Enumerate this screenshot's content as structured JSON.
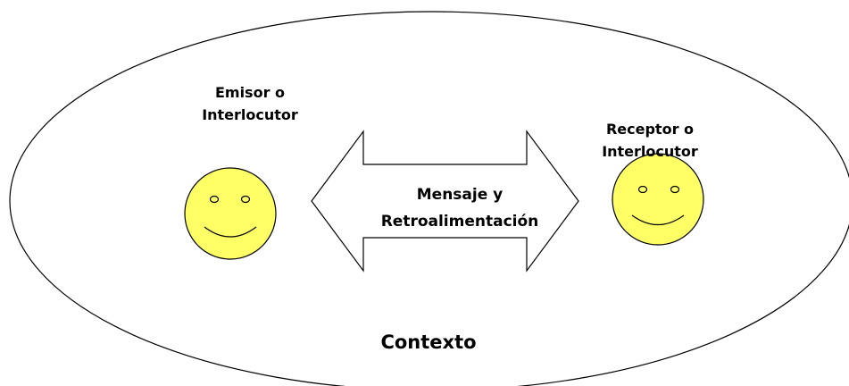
{
  "diagram": {
    "emisor": {
      "line1": "Emisor o",
      "line2": "Interlocutor"
    },
    "receptor": {
      "line1": "Receptor o",
      "line2": "Interlocutor"
    },
    "mensaje": {
      "line1": "Mensaje y",
      "line2": "Retroalimentación"
    },
    "contexto": "Contexto"
  },
  "colors": {
    "face_fill": "#ffff66",
    "stroke": "#000000",
    "background": "#ffffff"
  },
  "icons": [
    "smiley-face-icon",
    "double-arrow-icon",
    "context-ellipse"
  ]
}
